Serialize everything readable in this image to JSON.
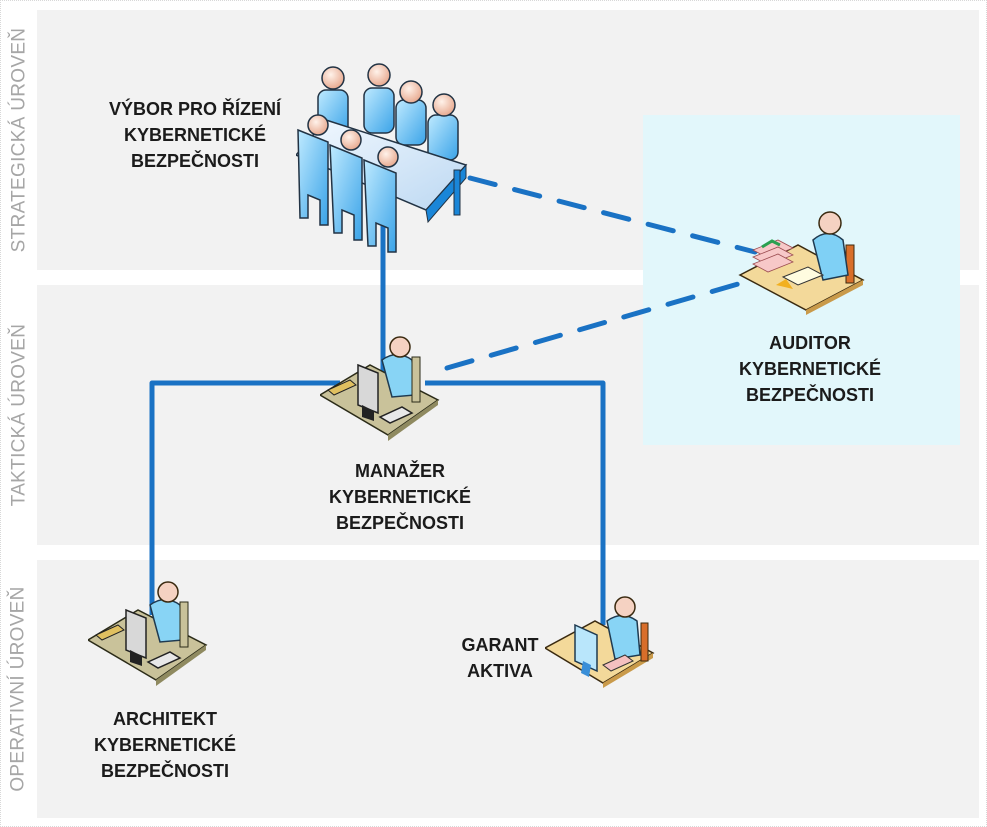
{
  "levels": [
    {
      "id": "strategic",
      "label": "STRATEGICKÁ ÚROVEŇ"
    },
    {
      "id": "tactical",
      "label": "TAKTICKÁ ÚROVEŇ"
    },
    {
      "id": "operational",
      "label": "OPERATIVNÍ ÚROVEŇ"
    }
  ],
  "roles": {
    "committee": {
      "lines": [
        "VÝBOR PRO ŘÍZENÍ",
        "KYBERNETICKÉ",
        "BEZPEČNOSTI"
      ],
      "icon": "meeting-table-icon",
      "level": "strategic"
    },
    "auditor": {
      "lines": [
        "AUDITOR",
        "KYBERNETICKÉ",
        "BEZPEČNOSTI"
      ],
      "icon": "auditor-desk-icon",
      "level": "strategic/tactical"
    },
    "manager": {
      "lines": [
        "MANAŽER",
        "KYBERNETICKÉ",
        "BEZPEČNOSTI"
      ],
      "icon": "workstation-icon",
      "level": "tactical"
    },
    "architect": {
      "lines": [
        "ARCHITEKT",
        "KYBERNETICKÉ",
        "BEZPEČNOSTI"
      ],
      "icon": "workstation-icon",
      "level": "operational"
    },
    "garant": {
      "lines": [
        "GARANT",
        "AKTIVA"
      ],
      "icon": "user-computer-icon",
      "level": "operational"
    }
  },
  "connections": [
    {
      "from": "committee",
      "to": "manager",
      "style": "solid"
    },
    {
      "from": "manager",
      "to": "architect",
      "style": "solid"
    },
    {
      "from": "manager",
      "to": "garant",
      "style": "solid"
    },
    {
      "from": "committee",
      "to": "auditor",
      "style": "dashed"
    },
    {
      "from": "manager",
      "to": "auditor",
      "style": "dashed"
    }
  ],
  "colors": {
    "band": "#f2f2f2",
    "auditor_highlight": "#e2f7fb",
    "connector": "#1a72c4",
    "band_label": "#a6a6a6",
    "role_label": "#1b1b1b"
  }
}
